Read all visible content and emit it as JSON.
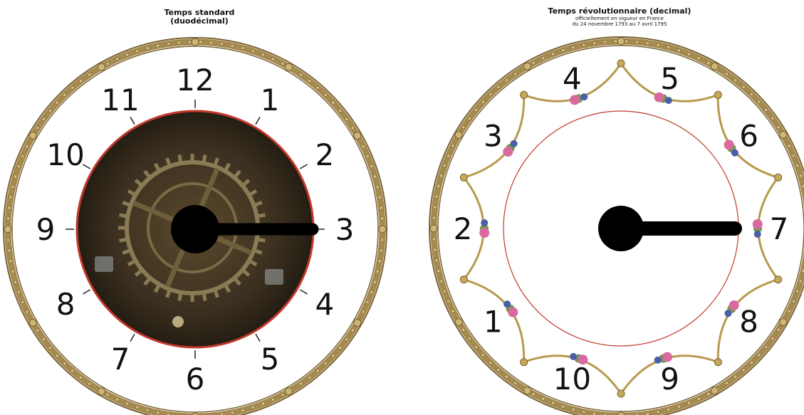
{
  "left_clock": {
    "title_line1": "Temps standard",
    "title_line2": "(duodécimal)",
    "numerals": [
      "12",
      "1",
      "2",
      "3",
      "4",
      "5",
      "6",
      "7",
      "8",
      "9",
      "10",
      "11"
    ],
    "hand_hour": 3
  },
  "right_clock": {
    "title_line1": "Temps révolutionnaire (decimal)",
    "subtitle_line1": "officiellement en vigueur en France",
    "subtitle_line2": "du 24 novembre 1793 au 7 avril 1795",
    "numerals": [
      "10",
      "1",
      "2",
      "3",
      "4",
      "5",
      "6",
      "7",
      "8",
      "9"
    ],
    "hand_hour": 7.5
  },
  "colors": {
    "bezel": "#a58a4f",
    "bezel_dark": "#7a6232",
    "red_ring": "#c0392b",
    "face": "#ffffff",
    "movement": "#3a3121",
    "hand": "#000000",
    "garland_green": "#6c9a4a",
    "flower_pink": "#d96aa0",
    "flower_blue": "#4b5ea8",
    "leaf_gold": "#b89a4e"
  }
}
